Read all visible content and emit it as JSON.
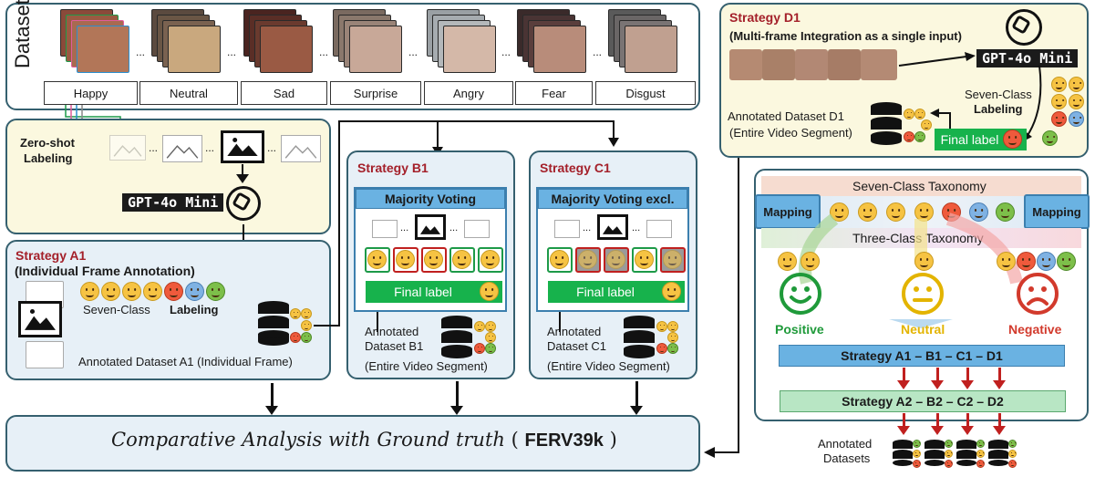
{
  "dataset": {
    "title": "Dataset",
    "ellipsis": "...",
    "classes": [
      "Happy",
      "Neutral",
      "Sad",
      "Surprise",
      "Angry",
      "Fear",
      "Disgust"
    ]
  },
  "zero_shot": {
    "line1": "Zero-shot",
    "line2": "Labeling"
  },
  "gpt": {
    "name": "GPT-4o Mini"
  },
  "strategy_a1": {
    "title": "Strategy A1",
    "subtitle": "(Individual Frame Annotation)",
    "seven_class": "Seven-Class",
    "labeling": "Labeling",
    "annotated": "Annotated Dataset A1 (Individual Frame)"
  },
  "strategy_b1": {
    "title": "Strategy B1",
    "header": "Majority Voting",
    "final_label": "Final label",
    "annotated_l1": "Annotated",
    "annotated_l2": "Dataset B1",
    "annotated_l3": "(Entire Video Segment)"
  },
  "strategy_c1": {
    "title": "Strategy C1",
    "header": "Majority Voting excl.",
    "final_label": "Final label",
    "annotated_l1": "Annotated",
    "annotated_l2": "Dataset C1",
    "annotated_l3": "(Entire Video Segment)"
  },
  "strategy_d1": {
    "title": "Strategy D1",
    "subtitle": "(Multi-frame Integration as a single input)",
    "seven_class": "Seven-Class",
    "labeling": "Labeling",
    "annotated_l1": "Annotated Dataset D1",
    "annotated_l2": "(Entire Video Segment)",
    "final_label": "Final label"
  },
  "taxonomy": {
    "seven": "Seven-Class Taxonomy",
    "three": "Three-Class Taxonomy",
    "mapping": "Mapping",
    "positive": "Positive",
    "neutral": "Neutral",
    "negative": "Negative",
    "strategies_1": "Strategy A1 – B1 – C1 – D1",
    "strategies_2": "Strategy A2 – B2 – C2 – D2",
    "annotated_l1": "Annotated",
    "annotated_l2": "Datasets"
  },
  "comparative": {
    "text": "Comparative Analysis with Ground truth",
    "paren_open": "(",
    "dataset": "FERV39k",
    "paren_close": ")"
  },
  "colors": {
    "border": "#35606f",
    "cream": "#fbf8df",
    "light_blue": "#e7f0f7",
    "strategy_red": "#a4202a",
    "green": "#17b24c",
    "blue": "#6ab2e2",
    "positive": "#1f9a3a",
    "neutral": "#e3b400",
    "negative": "#d23a2c"
  },
  "icons": {
    "image": "image-icon",
    "database": "database-icon",
    "gpt": "openai-logo-icon",
    "emoji": "emoji-face-icon"
  }
}
